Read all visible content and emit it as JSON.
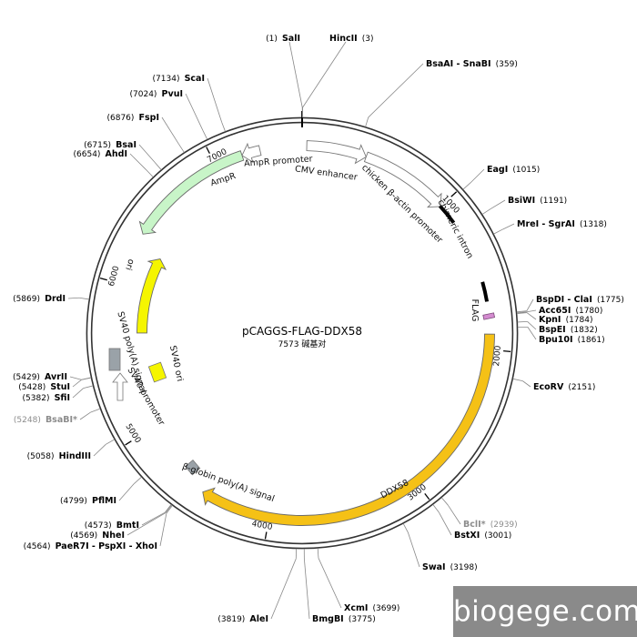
{
  "title": "pCAGGS-FLAG-DDX58",
  "subtitle": "7573 碱基对",
  "watermark": "biogege.com",
  "total_bp": 7573,
  "ticks": [
    {
      "bp": 1000,
      "label": "1000"
    },
    {
      "bp": 2000,
      "label": "2000"
    },
    {
      "bp": 3000,
      "label": "3000"
    },
    {
      "bp": 4000,
      "label": "4000"
    },
    {
      "bp": 5000,
      "label": "5000"
    },
    {
      "bp": 6000,
      "label": "6000"
    },
    {
      "bp": 7000,
      "label": "7000"
    }
  ],
  "features": [
    {
      "name": "CMV enhancer",
      "label": "CMV enhancer",
      "color": "#ffffff",
      "stroke": "#777777"
    },
    {
      "name": "chicken beta-actin promoter",
      "label": "chicken β-actin promoter",
      "color": "#ffffff",
      "stroke": "#777777"
    },
    {
      "name": "chimeric intron",
      "label": "chimeric intron",
      "color": "#000000"
    },
    {
      "name": "FLAG",
      "label": "FLAG",
      "color": "#d48bd0"
    },
    {
      "name": "DDX58",
      "label": "DDX58",
      "color": "#f5c116"
    },
    {
      "name": "beta-globin polyA signal",
      "label": "β-globin poly(A) signal",
      "color": "#9aa2a8"
    },
    {
      "name": "SV40 promoter",
      "label": "SV40 promoter",
      "color": "#ffffff",
      "stroke": "#777777"
    },
    {
      "name": "SV40 polyA signal",
      "label": "SV40 poly(A) signal",
      "color": "#9aa2a8"
    },
    {
      "name": "SV40 ori",
      "label": "SV40 ori",
      "color": "#f5f500"
    },
    {
      "name": "ori",
      "label": "ori",
      "color": "#f5f500"
    },
    {
      "name": "AmpR",
      "label": "AmpR",
      "color": "#c8f5c8"
    },
    {
      "name": "AmpR promoter",
      "label": "AmpR promoter",
      "color": "#ffffff",
      "stroke": "#777777"
    }
  ],
  "sites": [
    {
      "name": "SalI",
      "pos": "(1)",
      "bp": 1
    },
    {
      "name": "HincII",
      "pos": "(3)",
      "bp": 3
    },
    {
      "name": "BsaAI - SnaBI",
      "pos": "(359)",
      "bp": 359
    },
    {
      "name": "EagI",
      "pos": "(1015)",
      "bp": 1015
    },
    {
      "name": "BsiWI",
      "pos": "(1191)",
      "bp": 1191
    },
    {
      "name": "MreI - SgrAI",
      "pos": "(1318)",
      "bp": 1318
    },
    {
      "name": "BspDI - ClaI",
      "pos": "(1775)",
      "bp": 1775
    },
    {
      "name": "Acc65I",
      "pos": "(1780)",
      "bp": 1780
    },
    {
      "name": "KpnI",
      "pos": "(1784)",
      "bp": 1784
    },
    {
      "name": "BspEI",
      "pos": "(1832)",
      "bp": 1832
    },
    {
      "name": "Bpu10I",
      "pos": "(1861)",
      "bp": 1861
    },
    {
      "name": "EcoRV",
      "pos": "(2151)",
      "bp": 2151
    },
    {
      "name": "BclI*",
      "pos": "(2939)",
      "bp": 2939,
      "grey": true
    },
    {
      "name": "BstXI",
      "pos": "(3001)",
      "bp": 3001
    },
    {
      "name": "SwaI",
      "pos": "(3198)",
      "bp": 3198
    },
    {
      "name": "XcmI",
      "pos": "(3699)",
      "bp": 3699
    },
    {
      "name": "BmgBI",
      "pos": "(3775)",
      "bp": 3775
    },
    {
      "name": "AleI",
      "pos": "(3819)",
      "bp": 3819
    },
    {
      "name": "PaeR7I - PspXI - XhoI",
      "pos": "(4564)",
      "bp": 4564
    },
    {
      "name": "NheI",
      "pos": "(4569)",
      "bp": 4569
    },
    {
      "name": "BmtI",
      "pos": "(4573)",
      "bp": 4573
    },
    {
      "name": "PflMI",
      "pos": "(4799)",
      "bp": 4799
    },
    {
      "name": "HindIII",
      "pos": "(5058)",
      "bp": 5058
    },
    {
      "name": "BsaBI*",
      "pos": "(5248)",
      "bp": 5248,
      "grey": true
    },
    {
      "name": "SfiI",
      "pos": "(5382)",
      "bp": 5382
    },
    {
      "name": "StuI",
      "pos": "(5428)",
      "bp": 5428
    },
    {
      "name": "AvrII",
      "pos": "(5429)",
      "bp": 5429
    },
    {
      "name": "DrdI",
      "pos": "(5869)",
      "bp": 5869
    },
    {
      "name": "AhdI",
      "pos": "(6654)",
      "bp": 6654
    },
    {
      "name": "BsaI",
      "pos": "(6715)",
      "bp": 6715
    },
    {
      "name": "FspI",
      "pos": "(6876)",
      "bp": 6876
    },
    {
      "name": "PvuI",
      "pos": "(7024)",
      "bp": 7024
    },
    {
      "name": "ScaI",
      "pos": "(7134)",
      "bp": 7134
    }
  ]
}
